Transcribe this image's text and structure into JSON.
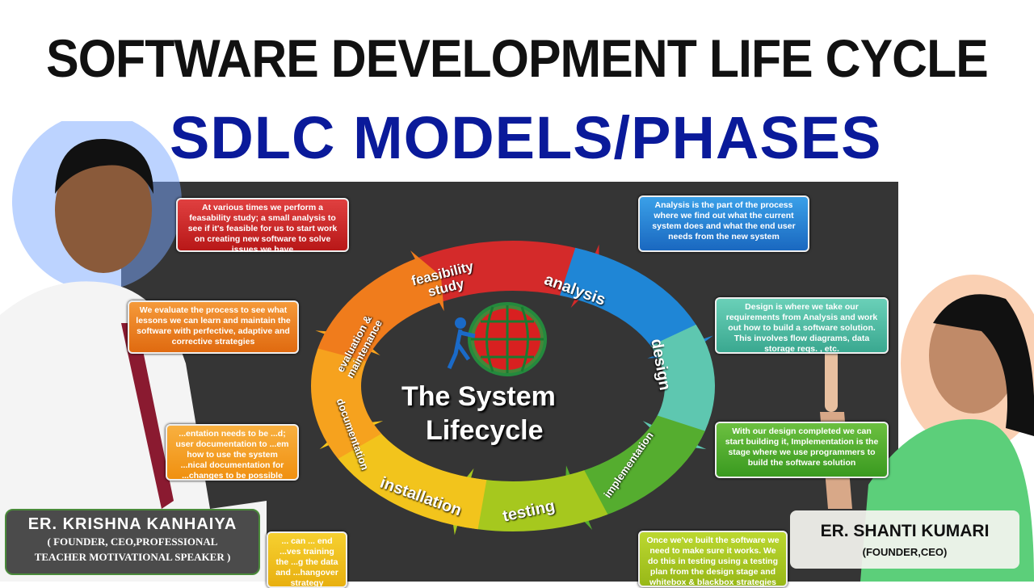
{
  "title": "SOFTWARE DEVELOPMENT LIFE CYCLE",
  "subtitle": "SDLC MODELS/PHASES",
  "diagram": {
    "center_line1": "The System",
    "center_line2": "Lifecycle",
    "phases": [
      {
        "label": "feasibility study",
        "color": "#d42a2a"
      },
      {
        "label": "analysis",
        "color": "#1f86d6"
      },
      {
        "label": "design",
        "color": "#5ec7b0"
      },
      {
        "label": "implementation",
        "color": "#55ad2f"
      },
      {
        "label": "testing",
        "color": "#a6c81e"
      },
      {
        "label": "installation",
        "color": "#f2c41c"
      },
      {
        "label": "documentation",
        "color": "#f6a21e"
      },
      {
        "label": "evaluation & maintenance",
        "color": "#f07c1c"
      }
    ],
    "notes": {
      "feasibility": "At various times we perform a feasability study; a small analysis to see if it's feasible for us to start work on creating new software to solve issues we have",
      "evaluation": "We evaluate the process to see what lessons we can learn and maintain the software with perfective, adaptive and corrective strategies",
      "analysis": "Analysis is the part of the process where we find out what the current system does and what the end user needs from the new system",
      "design": "Design is where we take our requirements from Analysis and work out how to build a software solution. This involves flow diagrams, data storage reqs. , etc.",
      "documentation": "...entation needs to be ...d; user documentation to ...em how to use the system ...nical documentation for ...changes to be possible",
      "implementation": "With our design completed we can start building it, Implementation is the stage where we use programmers to build the software solution",
      "testing": "Once we've built the software we need to make sure it works. We do this in testing using a testing plan from the design stage and whitebox & blackbox strategies",
      "installation": "... can ... end ...ves training the ...g the data and ...hangover strategy"
    }
  },
  "presenters": [
    {
      "name": "ER. KRISHNA KANHAIYA",
      "role_line1": "( FOUNDER, CEO,PROFESSIONAL",
      "role_line2": "TEACHER MOTIVATIONAL SPEAKER )"
    },
    {
      "name": "ER. SHANTI KUMARI",
      "role": "(FOUNDER,CEO)"
    }
  ]
}
